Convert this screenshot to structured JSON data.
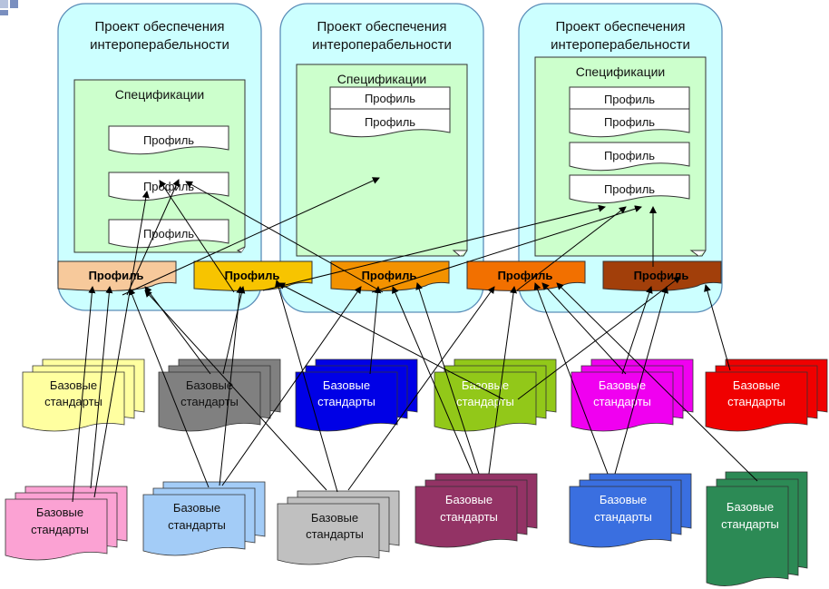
{
  "projects": [
    {
      "title_line1": "Проект обеспечения",
      "title_line2": "интероперабельности",
      "spec_label": "Спецификации",
      "profiles": [
        "Профиль",
        "Профиль",
        "Профиль"
      ]
    },
    {
      "title_line1": "Проект обеспечения",
      "title_line2": "интероперабельности",
      "spec_label": "Спецификации",
      "profiles": [
        "Профиль",
        "Профиль"
      ]
    },
    {
      "title_line1": "Проект обеспечения",
      "title_line2": "интероперабельности",
      "spec_label": "Спецификации",
      "profiles": [
        "Профиль",
        "Профиль",
        "Профиль",
        "Профиль"
      ]
    }
  ],
  "profile_bar": [
    {
      "label": "Профиль",
      "color": "#F7C99B"
    },
    {
      "label": "Профиль",
      "color": "#F7C400"
    },
    {
      "label": "Профиль",
      "color": "#F39200"
    },
    {
      "label": "Профиль",
      "color": "#F27000"
    },
    {
      "label": "Профиль",
      "color": "#A23F0A"
    }
  ],
  "base_standards_row1": [
    {
      "line1": "Базовые",
      "line2": "стандарты",
      "color": "#FFFFA0",
      "text_color": "#111111"
    },
    {
      "line1": "Базовые",
      "line2": "стандарты",
      "color": "#808080",
      "text_color": "#111111"
    },
    {
      "line1": "Базовые",
      "line2": "стандарты",
      "color": "#0000E6",
      "text_color": "#ffffff"
    },
    {
      "line1": "Базовые",
      "line2": "стандарты",
      "color": "#92C819",
      "text_color": "#ffffff"
    },
    {
      "line1": "Базовые",
      "line2": "стандарты",
      "color": "#F000F0",
      "text_color": "#ffffff"
    },
    {
      "line1": "Базовые",
      "line2": "стандарты",
      "color": "#F00000",
      "text_color": "#ffffff"
    }
  ],
  "base_standards_row2": [
    {
      "line1": "Базовые",
      "line2": "стандарты",
      "color": "#FBA2D3",
      "text_color": "#111111"
    },
    {
      "line1": "Базовые",
      "line2": "стандарты",
      "color": "#A3CCF7",
      "text_color": "#111111"
    },
    {
      "line1": "Базовые",
      "line2": "стандарты",
      "color": "#C0C0C0",
      "text_color": "#111111"
    },
    {
      "line1": "Базовые",
      "line2": "стандарты",
      "color": "#933365",
      "text_color": "#ffffff"
    },
    {
      "line1": "Базовые",
      "line2": "стандарты",
      "color": "#3A6FE0",
      "text_color": "#ffffff"
    },
    {
      "line1": "Базовые",
      "line2": "стандарты",
      "color": "#2C8A55",
      "text_color": "#ffffff"
    }
  ]
}
